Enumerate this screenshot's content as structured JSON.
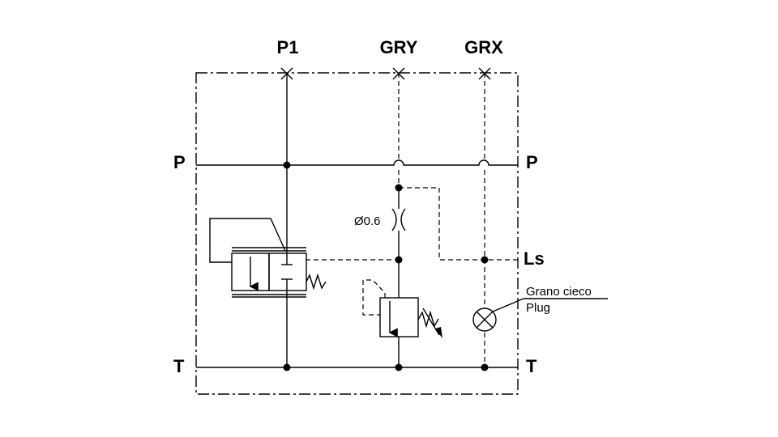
{
  "ports": {
    "p1": "P1",
    "gry": "GRY",
    "grx": "GRX",
    "p_left": "P",
    "p_right": "P",
    "ls": "Ls",
    "t_left": "T",
    "t_right": "T"
  },
  "orifice_label": "Ø0.6",
  "plug_label_it": "Grano cieco",
  "plug_label_en": "Plug"
}
